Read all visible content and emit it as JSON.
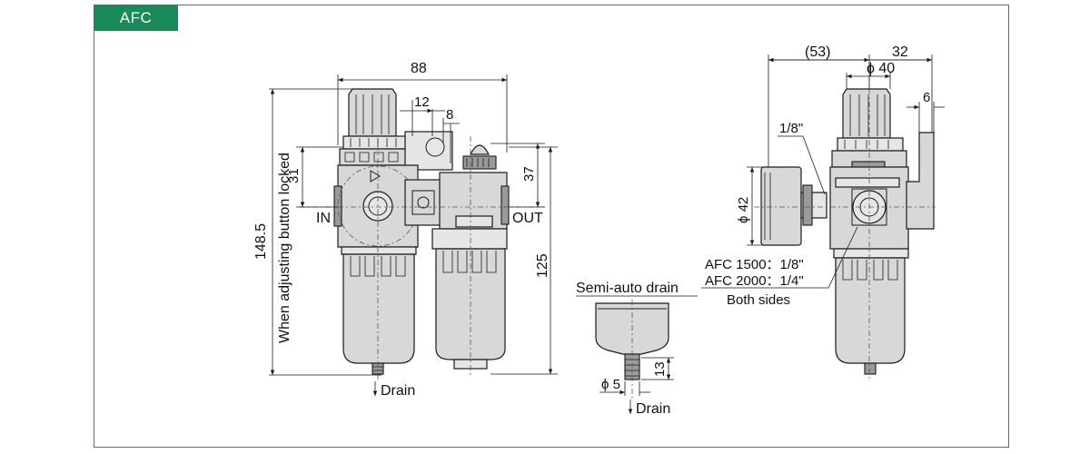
{
  "header": {
    "tab_label": "AFC"
  },
  "front_view": {
    "dim_width": "88",
    "dim_height_total": "148.5",
    "height_note": "When adjusting button locked",
    "dim_port_offset": "31",
    "dim_gauge_w": "12",
    "dim_gauge_hole": "8",
    "dim_out_offset": "37",
    "dim_lubricator_h": "125",
    "inlet_label": "IN",
    "outlet_label": "OUT",
    "drain_label": "Drain"
  },
  "drain_detail": {
    "title": "Semi-auto drain",
    "dim_dia": "ϕ 5",
    "dim_len": "13",
    "drain_label": "Drain"
  },
  "side_view": {
    "dim_offset": "(53)",
    "dim_side": "32",
    "dim_dia_body": "ϕ 40",
    "dim_bracket": "6",
    "gauge_port": "1/8\"",
    "dim_gauge_dia": "ϕ 42",
    "port_afc1500": "AFC 1500：1/8\"",
    "port_afc2000": "AFC 2000：1/4\"",
    "port_note": "Both sides"
  }
}
